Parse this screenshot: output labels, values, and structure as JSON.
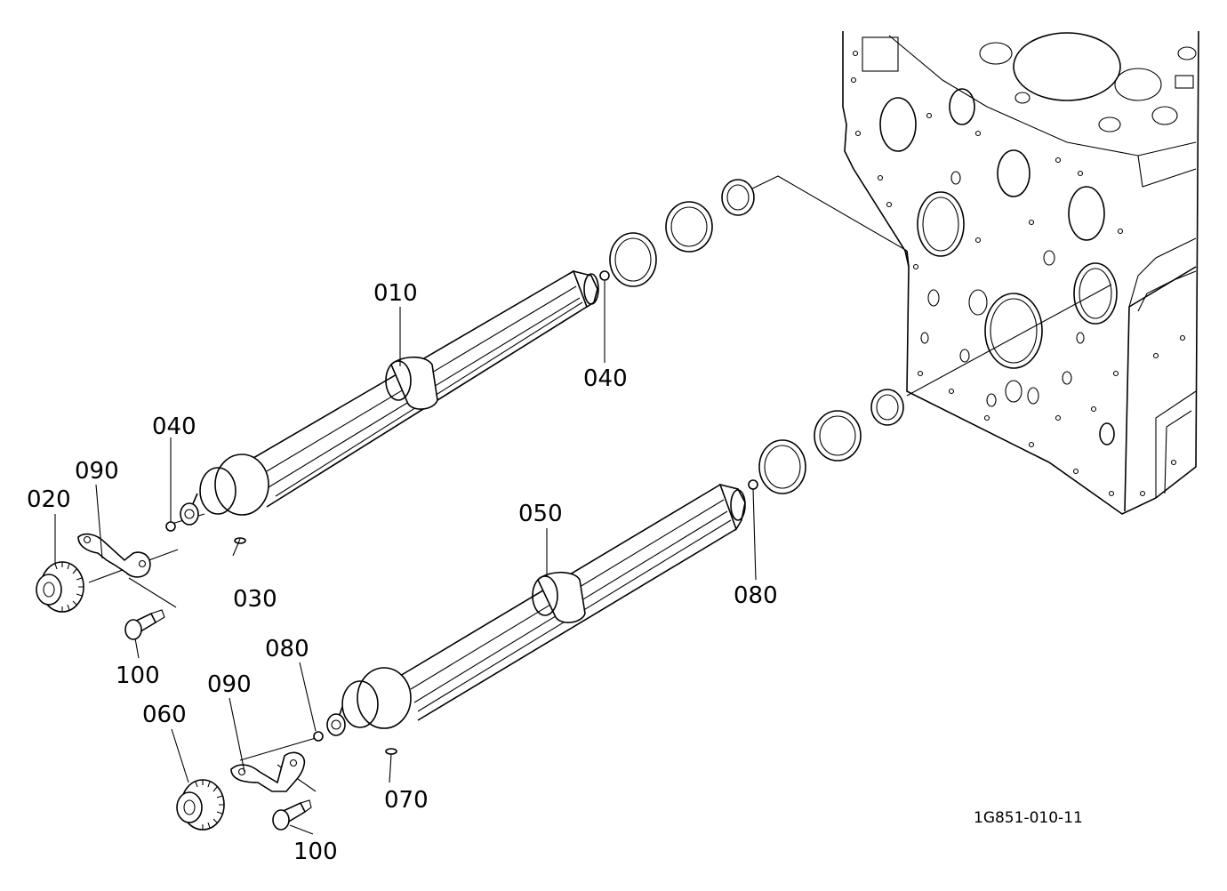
{
  "diagram_code": "1G851-010-11",
  "labels": {
    "p010": "010",
    "p020": "020",
    "p030": "030",
    "p040a": "040",
    "p040b": "040",
    "p050": "050",
    "p060": "060",
    "p070": "070",
    "p080a": "080",
    "p080b": "080",
    "p090a": "090",
    "p090b": "090",
    "p100a": "100",
    "p100b": "100"
  }
}
